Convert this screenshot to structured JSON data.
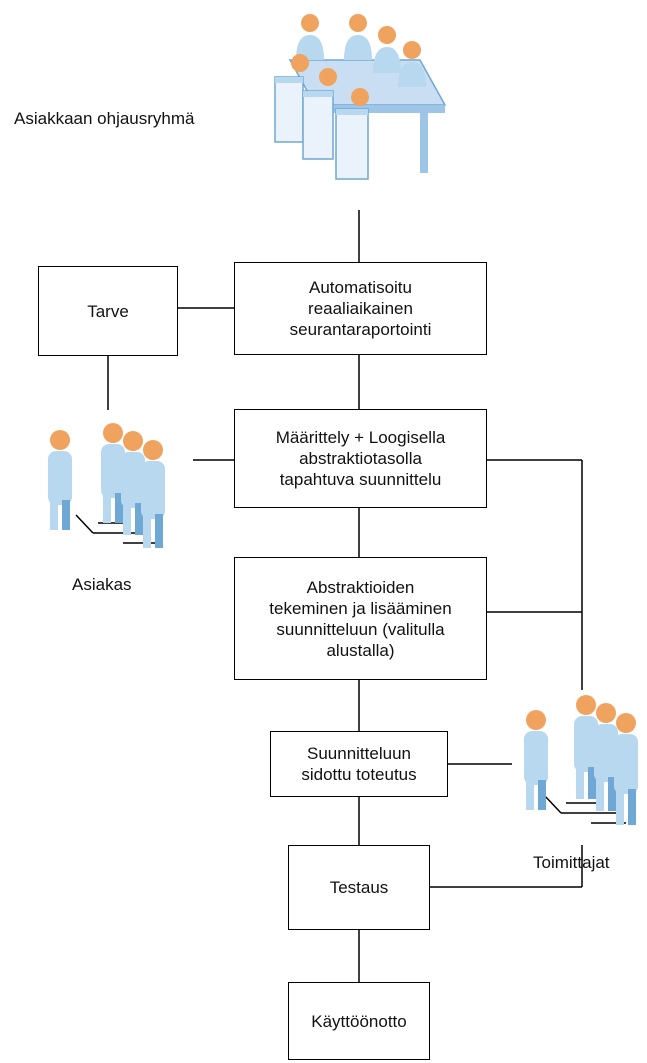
{
  "diagram": {
    "nodes": {
      "steering_group_label": "Asiakkaan ohjausryhmä",
      "need": "Tarve",
      "reporting": "Automatisoitu\nreaaliaikainen\nseurantaraportointi",
      "definition": "Määrittely + Loogisella\nabstraktiotasolla\ntapahtuva suunnittelu",
      "abstractions": "Abstraktioiden\ntekeminen ja lisääminen\nsuunnitteluun (valitulla\nalustalla)",
      "implementation": "Suunnitteluun\nsidottu toteutus",
      "testing": "Testaus",
      "deployment": "Käyttöönotto",
      "customer_label": "Asiakas",
      "suppliers_label": "Toimittajat"
    },
    "icons": {
      "meeting": "meeting-group-icon",
      "customer": "people-group-icon",
      "suppliers": "people-group-icon"
    },
    "colors": {
      "person_head": "#f0a35e",
      "person_body": "#b8d8f0",
      "person_shade": "#6fa8d4",
      "table": "#c9def2",
      "line": "#000000"
    }
  }
}
